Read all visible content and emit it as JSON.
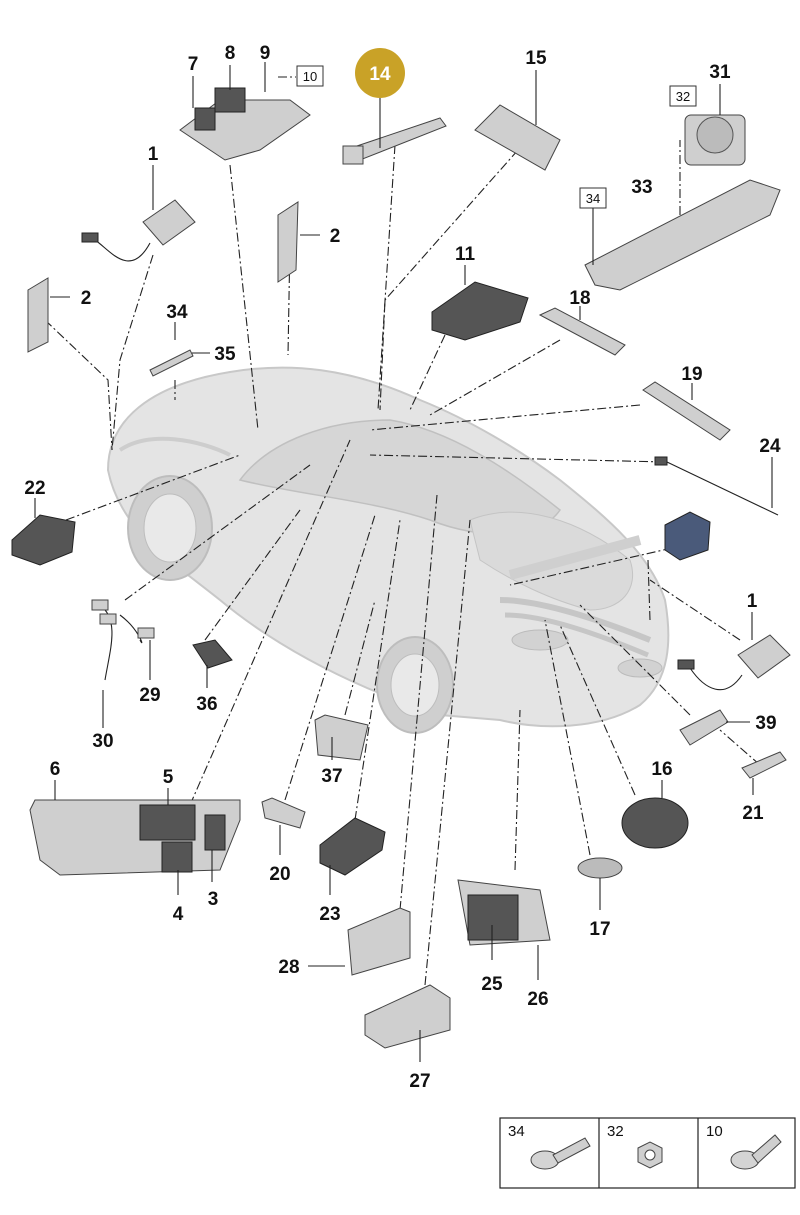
{
  "highlight": {
    "number": "14",
    "color": "#c9a227"
  },
  "callouts": [
    {
      "id": "c1a",
      "text": "1"
    },
    {
      "id": "c1b",
      "text": "1"
    },
    {
      "id": "c2a",
      "text": "2"
    },
    {
      "id": "c2b",
      "text": "2"
    },
    {
      "id": "c3",
      "text": "3"
    },
    {
      "id": "c4",
      "text": "4"
    },
    {
      "id": "c5",
      "text": "5"
    },
    {
      "id": "c6",
      "text": "6"
    },
    {
      "id": "c7",
      "text": "7"
    },
    {
      "id": "c8",
      "text": "8"
    },
    {
      "id": "c9",
      "text": "9"
    },
    {
      "id": "c11",
      "text": "11"
    },
    {
      "id": "c15",
      "text": "15"
    },
    {
      "id": "c16",
      "text": "16"
    },
    {
      "id": "c17",
      "text": "17"
    },
    {
      "id": "c18",
      "text": "18"
    },
    {
      "id": "c19",
      "text": "19"
    },
    {
      "id": "c20",
      "text": "20"
    },
    {
      "id": "c21",
      "text": "21"
    },
    {
      "id": "c22",
      "text": "22"
    },
    {
      "id": "c23",
      "text": "23"
    },
    {
      "id": "c24",
      "text": "24"
    },
    {
      "id": "c25",
      "text": "25"
    },
    {
      "id": "c26",
      "text": "26"
    },
    {
      "id": "c27",
      "text": "27"
    },
    {
      "id": "c28",
      "text": "28"
    },
    {
      "id": "c29",
      "text": "29"
    },
    {
      "id": "c30",
      "text": "30"
    },
    {
      "id": "c31",
      "text": "31"
    },
    {
      "id": "c33",
      "text": "33"
    },
    {
      "id": "c34a",
      "text": "34"
    },
    {
      "id": "c35",
      "text": "35"
    },
    {
      "id": "c36",
      "text": "36"
    },
    {
      "id": "c37",
      "text": "37"
    },
    {
      "id": "c39",
      "text": "39"
    }
  ],
  "boxed_refs": [
    {
      "id": "b10",
      "text": "10"
    },
    {
      "id": "b32",
      "text": "32"
    },
    {
      "id": "b34",
      "text": "34"
    }
  ],
  "legend": {
    "cells": [
      {
        "number": "34",
        "icon": "flange-bolt-icon"
      },
      {
        "number": "32",
        "icon": "hex-nut-icon"
      },
      {
        "number": "10",
        "icon": "torx-screw-icon"
      }
    ]
  },
  "colors": {
    "car_body": "#e4e4e4",
    "part_gray": "#cfcfcf",
    "line": "#222222"
  }
}
